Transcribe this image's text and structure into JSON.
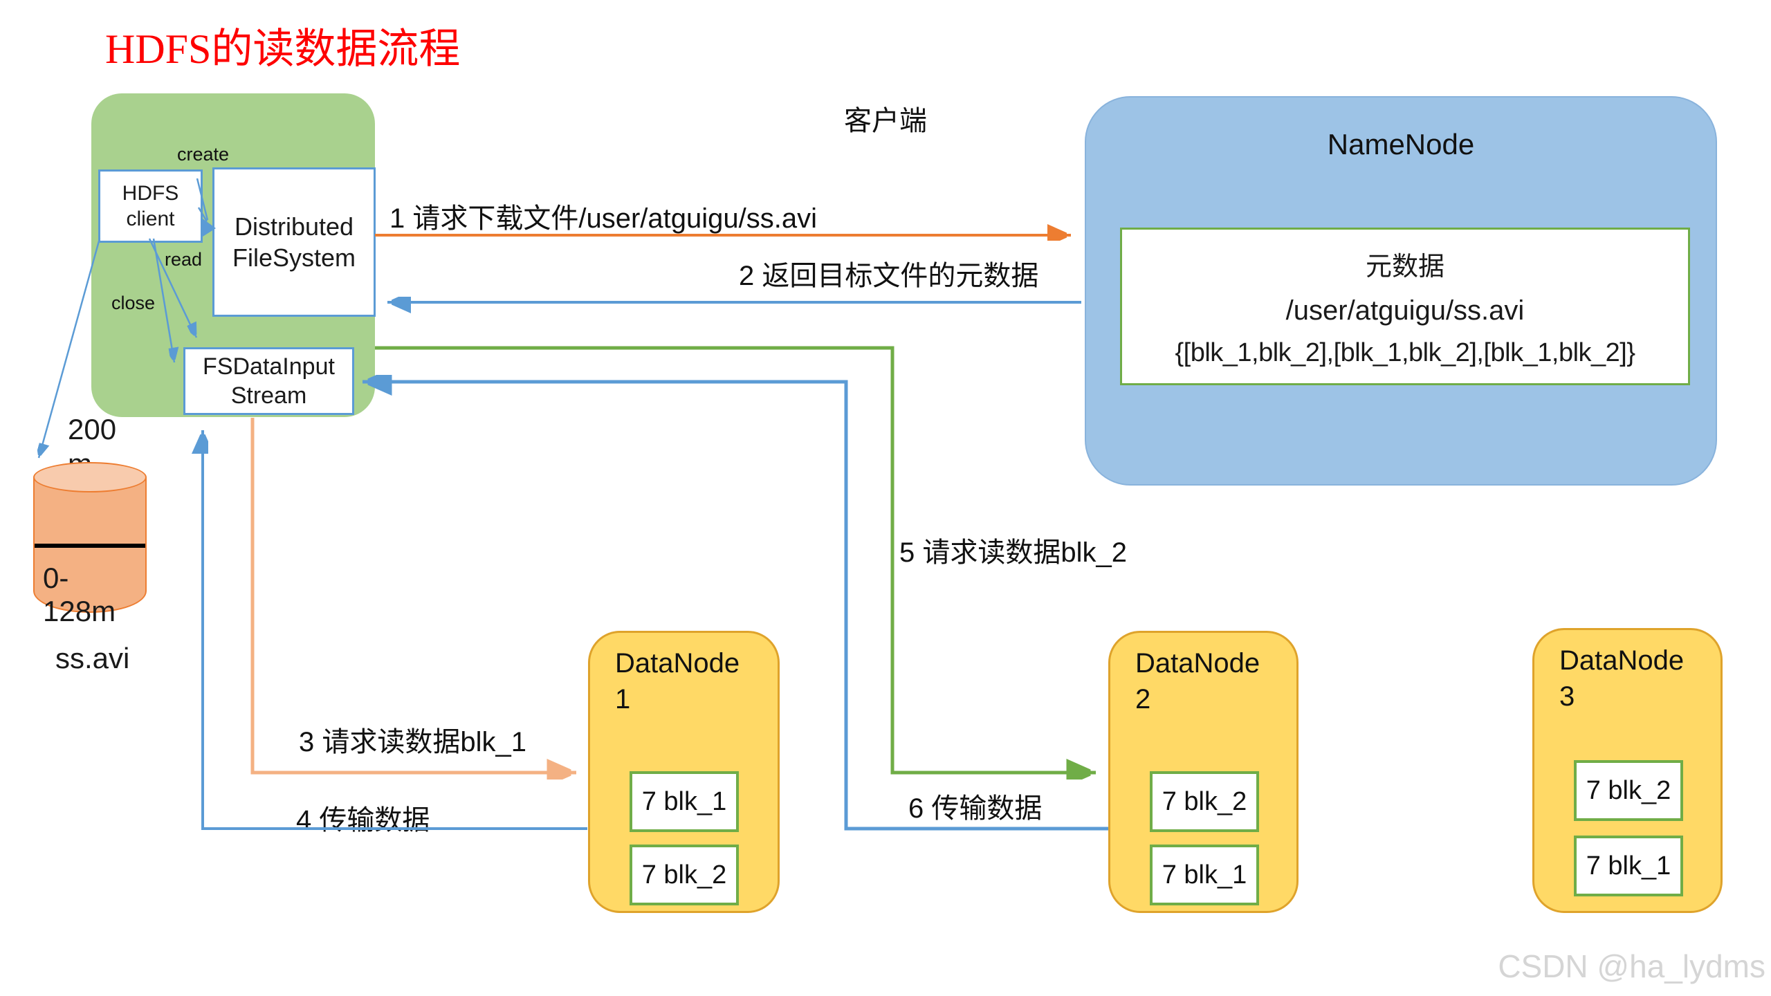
{
  "title": "HDFS的读数据流程",
  "client": {
    "label": "客户端",
    "create_label": "create",
    "read_label": "read",
    "close_label": "close",
    "hdfs_client_box": "HDFS client",
    "distributed_fs_box": "Distributed FileSystem",
    "input_stream_box": "FSDataInputStream"
  },
  "namenode": {
    "title": "NameNode",
    "metadata": {
      "title": "元数据",
      "path": "/user/atguigu/ss.avi",
      "blocks": "{[blk_1,blk_2],[blk_1,blk_2],[blk_1,blk_2]}"
    }
  },
  "file": {
    "size_label": "200 m",
    "range_label": "0-128m",
    "name": "ss.avi"
  },
  "flow_labels": {
    "step1": "1 请求下载文件/user/atguigu/ss.avi",
    "step2": "2 返回目标文件的元数据",
    "step3": "3 请求读数据blk_1",
    "step4": "4 传输数据",
    "step5": "5 请求读数据blk_2",
    "step6": "6 传输数据"
  },
  "datanodes": [
    {
      "title": "DataNode 1",
      "blocks": [
        "7 blk_1",
        "7 blk_2"
      ]
    },
    {
      "title": "DataNode 2",
      "blocks": [
        "7 blk_2",
        "7 blk_1"
      ]
    },
    {
      "title": "DataNode 3",
      "blocks": [
        "7 blk_2",
        "7 blk_1"
      ]
    }
  ],
  "watermark": "CSDN @ha_lydms",
  "colors": {
    "title_red": "#fe0000",
    "client_green": "#a9d18e",
    "namenode_blue": "#9dc3e6",
    "datanode_yellow": "#ffd966",
    "datanode_border": "#dfa32b",
    "box_border_blue": "#5b9bd5",
    "green_accent": "#70ad47",
    "arrow_orange": "#ed7d31",
    "arrow_light_orange": "#f4b183",
    "arrow_blue": "#5b9bd5",
    "cylinder_fill": "#f4b183",
    "cylinder_top": "#f8cbad",
    "watermark_gray": "#d5d5d5"
  }
}
